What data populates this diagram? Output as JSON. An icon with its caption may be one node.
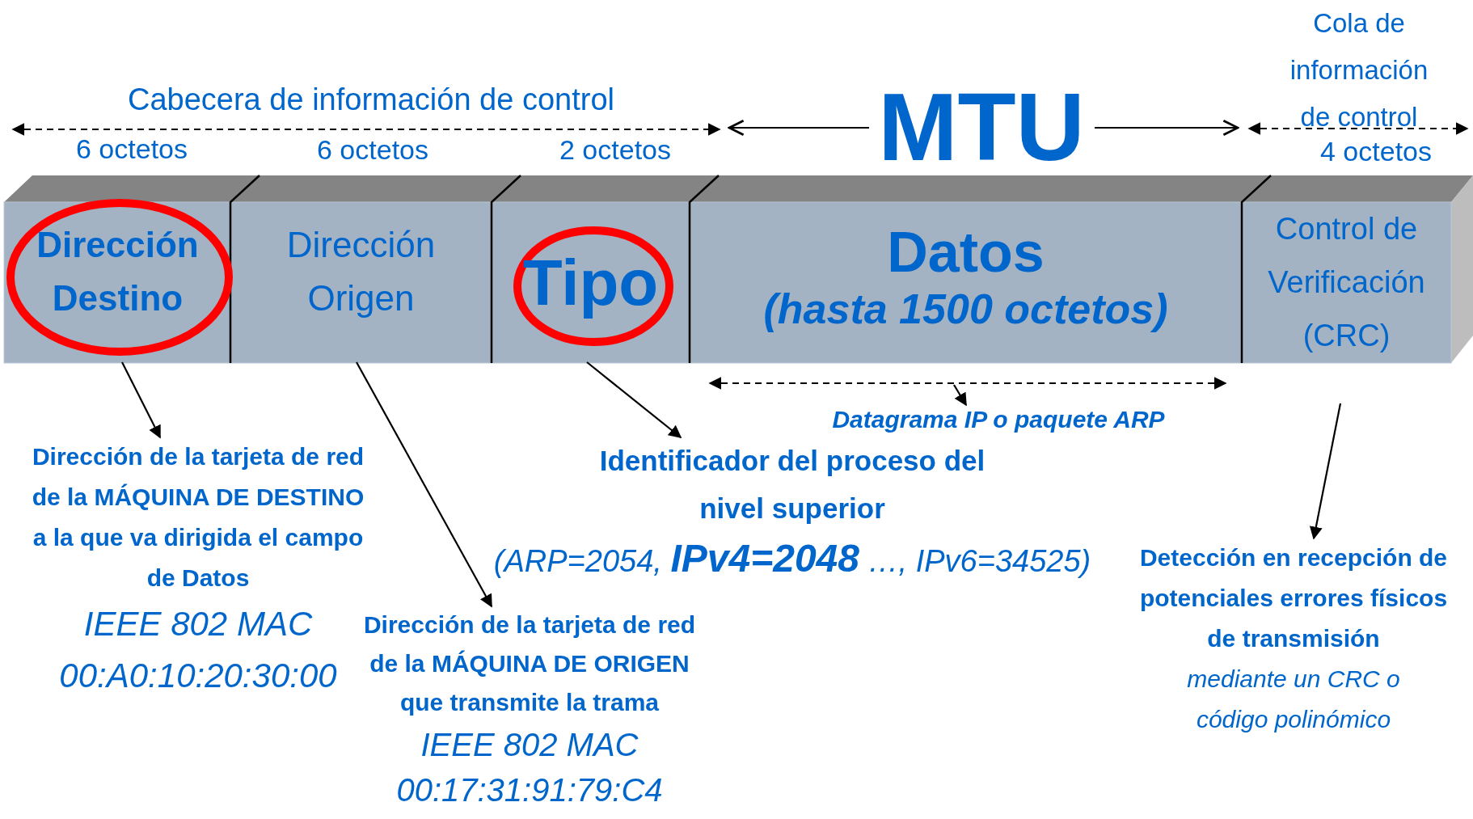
{
  "diagram": {
    "nodes": [
      {
        "text": [
          "Dirección Destino"
        ]
      },
      {
        "text": [
          "Dirección Origen"
        ]
      },
      {
        "text": [
          "Tipo"
        ]
      },
      {
        "text": [
          "Datos",
          "(hasta 1500 octetos)"
        ]
      },
      {
        "text": [
          "Control de Verificación (CRC)"
        ]
      },
      {
        "text": [
          "Dirección de la tarjeta de red de la MÁQUINA DE DESTINO a la que va dirigida el campo de Datos",
          "IEEE 802 MAC 00:A0:10:20:30:00"
        ]
      },
      {
        "text": [
          "Dirección de la tarjeta de red de la MÁQUINA DE ORIGEN que transmite la trama",
          "IEEE 802 MAC 00:17:31:91:79:C4"
        ]
      },
      {
        "text": [
          "Identificador del proceso del nivel superior",
          "(ARP=2054, **IPv4=2048** …, IPv6=34525)"
        ]
      },
      {
        "text": [
          "Datagrama IP o paquete ARP"
        ]
      },
      {
        "text": [
          "Detección en recepción de potenciales errores físicos de transmisión",
          "mediante un CRC o código polinómico"
        ]
      }
    ],
    "edges": [
      {
        "from": 0,
        "to": 5,
        "arrow": "to"
      },
      {
        "from": 1,
        "to": 6,
        "arrow": "to"
      },
      {
        "from": 2,
        "to": 7,
        "arrow": "to"
      },
      {
        "from": null,
        "to": 8,
        "arrow": "to"
      },
      {
        "from": 4,
        "to": 9,
        "arrow": "to"
      }
    ],
    "labels": [
      "Cola de información de control",
      "Cabecera de información de control",
      "MTU",
      "6 octetos",
      "6 octetos",
      "2 octetos",
      "4 octetos"
    ]
  }
}
